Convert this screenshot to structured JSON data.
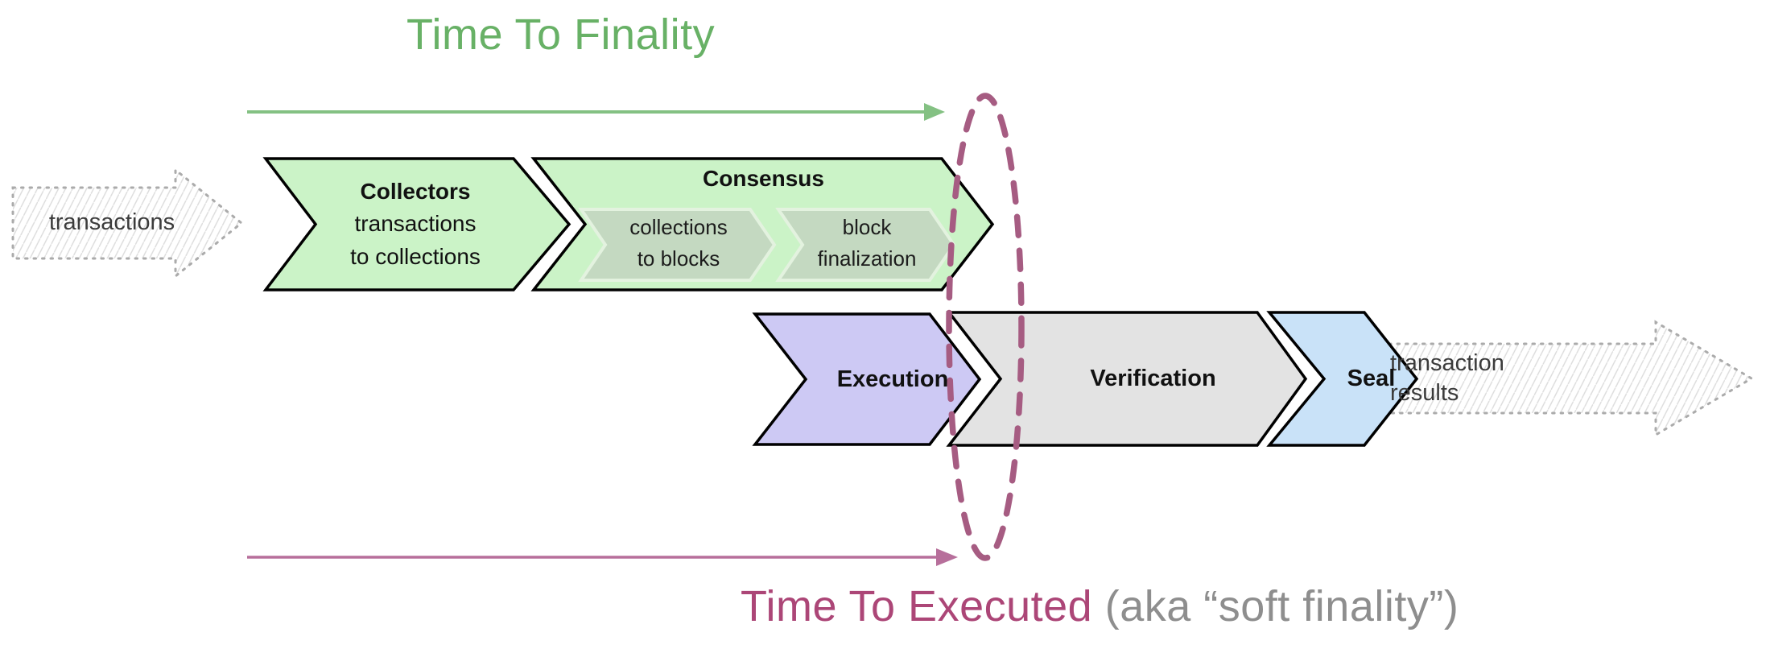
{
  "titles": {
    "finality": "Time To Finality",
    "executed": "Time To Executed",
    "executed_suffix": " (aka “soft finality”)"
  },
  "input_arrow": {
    "label": "transactions"
  },
  "output_arrow": {
    "line1": "transaction",
    "line2": "results"
  },
  "stages": {
    "collectors": {
      "title": "Collectors",
      "line1": "transactions",
      "line2": "to collections"
    },
    "consensus": {
      "title": "Consensus",
      "sub1": {
        "line1": "collections",
        "line2": "to blocks"
      },
      "sub2": {
        "line1": "block",
        "line2": "finalization"
      }
    },
    "execution": {
      "title": "Execution"
    },
    "verification": {
      "title": "Verification"
    },
    "seal": {
      "title": "Seal"
    }
  },
  "colors": {
    "green_fill": "#cbf3c7",
    "green_sub_fill": "#c4d9c1",
    "purple_fill": "#cdc9f4",
    "gray_fill": "#e3e3e3",
    "blue_fill": "#c9e2f8",
    "outline": "#000000",
    "green_title": "#68b166",
    "green_arrow": "#84c183",
    "magenta_title": "#ac4677",
    "magenta_arrow": "#b76f9b",
    "ellipse_dash": "#a65c82"
  }
}
